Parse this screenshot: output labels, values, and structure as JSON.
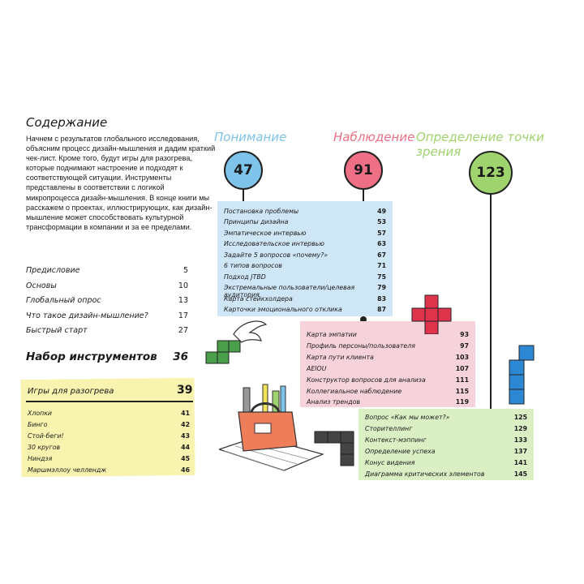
{
  "contents": {
    "title": "Содержание",
    "intro": "Начнем с результатов глобального исследования, объясним процесс дизайн-мышления и дадим краткий чек-лист. Кроме того, будут игры для разогрева, которые поднимают настроение и подходят к соответствующей ситуации. Инструменты представлены в соответствии с логикой микропроцесса дизайн-мышления. В конце книги мы расскажем о проектах, иллюстрирующих, как дизайн-мышление может способствовать культурной трансформации в компании и за ее пределами.",
    "entries": [
      {
        "label": "Предисловие",
        "page": "5"
      },
      {
        "label": "Основы",
        "page": "10"
      },
      {
        "label": "Глобальный опрос",
        "page": "13"
      },
      {
        "label": "Что такое дизайн-мышление?",
        "page": "17"
      },
      {
        "label": "Быстрый старт",
        "page": "27"
      }
    ],
    "toolkit": {
      "label": "Набор инструментов",
      "page": "36"
    }
  },
  "warmup": {
    "title": "Игры для разогрева",
    "page": "39",
    "items": [
      {
        "label": "Хлопки",
        "page": "41"
      },
      {
        "label": "Бинго",
        "page": "42"
      },
      {
        "label": "Стой-беги!",
        "page": "43"
      },
      {
        "label": "30 кругов",
        "page": "44"
      },
      {
        "label": "Ниндзя",
        "page": "45"
      },
      {
        "label": "Маршмэллоу челлендж",
        "page": "46"
      }
    ]
  },
  "columns": [
    {
      "title": "Понимание",
      "page": "47",
      "color": "#7ec3ea"
    },
    {
      "title": "Наблюдение",
      "page": "91",
      "color": "#ee6f86"
    },
    {
      "title": "Определение точки зрения",
      "page": "123",
      "color": "#9fd36e"
    }
  ],
  "panel_blue": {
    "color": "#cfe6f6",
    "items": [
      {
        "label": "Постановка проблемы",
        "page": "49"
      },
      {
        "label": "Принципы дизайна",
        "page": "53"
      },
      {
        "label": "Эмпатическое интервью",
        "page": "57"
      },
      {
        "label": "Исследовательское интервью",
        "page": "63"
      },
      {
        "label": "Задайте 5 вопросов «почему?»",
        "page": "67"
      },
      {
        "label": "6 типов вопросов",
        "page": "71"
      },
      {
        "label": "Подход JTBD",
        "page": "75"
      },
      {
        "label": "Экстремальные пользователи/целевая аудитория",
        "page": "79"
      },
      {
        "label": "Карта стейкхолдера",
        "page": "83"
      },
      {
        "label": "Карточки эмоционального отклика",
        "page": "87"
      }
    ]
  },
  "panel_pink": {
    "color": "#f6d2da",
    "items": [
      {
        "label": "Карта эмпатии",
        "page": "93"
      },
      {
        "label": "Профиль персоны/пользователя",
        "page": "97"
      },
      {
        "label": "Карта пути клиента",
        "page": "103"
      },
      {
        "label": "AEIOU",
        "page": "107"
      },
      {
        "label": "Конструктор вопросов для анализа",
        "page": "111"
      },
      {
        "label": "Коллегиальное наблюдение",
        "page": "115"
      },
      {
        "label": "Анализ трендов",
        "page": "119"
      }
    ]
  },
  "panel_green": {
    "color": "#dbefc5",
    "items": [
      {
        "label": "Вопрос «Как мы может?»",
        "page": "125"
      },
      {
        "label": "Сторителлинг",
        "page": "129"
      },
      {
        "label": "Контекст-мэппинг",
        "page": "133"
      },
      {
        "label": "Определение успеха",
        "page": "137"
      },
      {
        "label": "Конус видения",
        "page": "141"
      },
      {
        "label": "Диаграмма критических элементов",
        "page": "145"
      }
    ]
  },
  "warmup_color": "#f8f3ae"
}
